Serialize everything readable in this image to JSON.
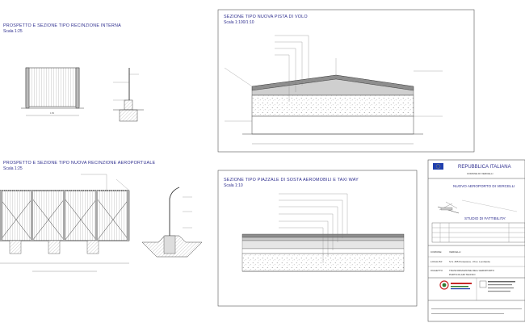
{
  "drawings": {
    "top_left": {
      "title": "PROSPETTO E SEZIONE TIPO RECINZIONE INTERNA",
      "scale": "Scala 1:25"
    },
    "top_right": {
      "title": "SEZIONE TIPO NUOVA PISTA DI VOLO",
      "scale": "Scala 1:100/1:10"
    },
    "bottom_left": {
      "title": "PROSPETTO E SEZIONE TIPO NUOVA RECINZIONE AEROPORTUALE",
      "scale": "Scala 1:25"
    },
    "bottom_right": {
      "title": "SEZIONE TIPO PIAZZALE DI SOSTA AEROMOBILI E TAXI WAY",
      "scale": "Scala 1:10"
    }
  },
  "title_block": {
    "republic": "REPUBBLICA ITALIANA",
    "municipality": "COMUNE DI VERCELLI",
    "project": "NUOVO AEROPORTO DI VERCELLI",
    "study": "STUDIO DI FATTIBILITA'",
    "row1_label": "COMUNE:",
    "row1_value": "VERCELLI",
    "row2_label": "LOCALITA'",
    "row2_value": "S.S. 455 Pontestura - Prov. Lombarda",
    "row3_label": "OGGETTO",
    "row3_value": "TRASFORMAZIONE DELL'AEROPORTO",
    "row3_value2": "PARTICOLARI TECNICI"
  },
  "colors": {
    "line": "#333333",
    "title_blue": "#2f2f8f",
    "pavement": "#9a9a9a",
    "flag_blue": "#1f3fae",
    "logo_red": "#c62828",
    "logo_green": "#2e7d32"
  }
}
